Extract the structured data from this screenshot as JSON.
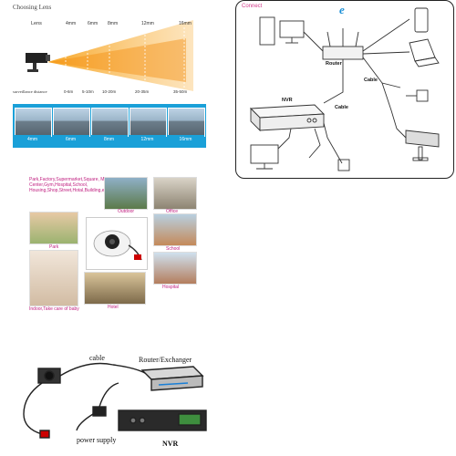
{
  "lens_panel": {
    "title": "Choosing Lens",
    "lens_row_label": "Lens",
    "lens_values": [
      "4mm",
      "6mm",
      "8mm",
      "12mm",
      "16mm"
    ],
    "distance_row_label": "surveillance distance",
    "distance_values": [
      "0-6m",
      "5-10m",
      "10-20m",
      "20-35m",
      "35-50m"
    ],
    "thumb_labels": [
      "4mm",
      "6mm",
      "8mm",
      "12mm",
      "16mm"
    ],
    "colors": {
      "beam": "#f7a21b",
      "bar": "#1aa0d8"
    }
  },
  "connect_panel": {
    "title": "Connect",
    "labels": {
      "router": "Router",
      "cable_top": "Cable",
      "cable_mid": "Cable",
      "nvr": "NVR",
      "ie_logo": "e"
    },
    "colors": {
      "title": "#d23a8a",
      "border": "#222222"
    }
  },
  "apps_panel": {
    "description": "Park,Factory,Supermarket,Square, Meeting Center,Gym,Hospital,School, Housing,Shop,Street,Hotal,Building,etc",
    "captions": {
      "outdoor": "Outdoor",
      "office": "Office",
      "park": "Park",
      "school": "School",
      "hospital": "Hospital",
      "hotel": "Hotel",
      "indoor": "Indoor,Take care of baby"
    },
    "colors": {
      "caption": "#c02080"
    }
  },
  "install_panel": {
    "labels": {
      "cable": "cable",
      "router": "Router/Exchanger",
      "power": "power supply",
      "nvr": "NVR"
    }
  }
}
